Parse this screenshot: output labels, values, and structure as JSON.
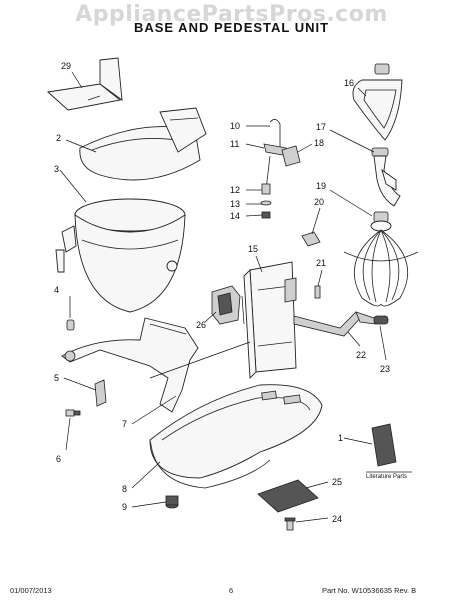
{
  "watermark": "AppliancePartsPros.com",
  "title": "BASE AND PEDESTAL UNIT",
  "literature_label": "Literature Parts",
  "footer": {
    "date": "01/007/2013",
    "page": "6",
    "part_number": "Part No. W10536635  Rev. B"
  },
  "callouts": {
    "c1": "1",
    "c2": "2",
    "c3": "3",
    "c4": "4",
    "c5": "5",
    "c6": "6",
    "c7": "7",
    "c8": "8",
    "c9": "9",
    "c10": "10",
    "c11": "11",
    "c12": "12",
    "c13": "13",
    "c14": "14",
    "c15": "15",
    "c16": "16",
    "c17": "17",
    "c18": "18",
    "c19": "19",
    "c20": "20",
    "c21": "21",
    "c22": "22",
    "c23": "23",
    "c24": "24",
    "c25": "25",
    "c26": "26",
    "c29": "29"
  }
}
